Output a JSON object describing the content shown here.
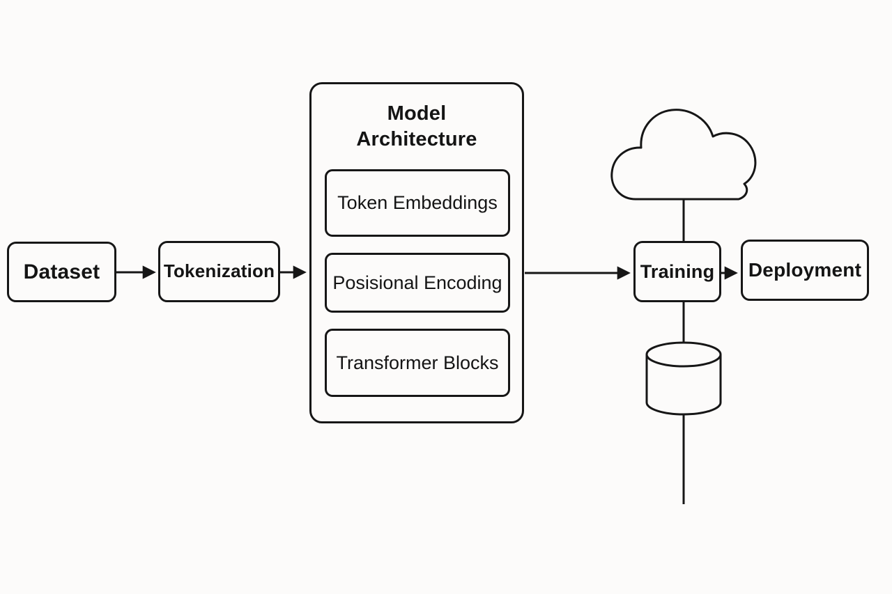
{
  "background": "#fcfbfa",
  "ink": "#161616",
  "nodes": {
    "dataset": {
      "label": "Dataset"
    },
    "tokenization": {
      "label": "Tokenization"
    },
    "model_architecture": {
      "title": "Model\nArchitecture",
      "children": {
        "token_embeddings": {
          "label": "Token\nEmbeddings"
        },
        "positional_encoding": {
          "label": "Posisional\nEncoding"
        },
        "transformer_blocks": {
          "label": "Transformer\nBlocks"
        }
      }
    },
    "training": {
      "label": "Training"
    },
    "deployment": {
      "label": "Deployment"
    }
  },
  "icons": {
    "cloud": "cloud",
    "database": "database-cylinder"
  },
  "edges": [
    {
      "from": "Dataset",
      "to": "Tokenization",
      "type": "arrow"
    },
    {
      "from": "Tokenization",
      "to": "Model Architecture",
      "type": "arrow"
    },
    {
      "from": "Model Architecture",
      "to": "Training",
      "type": "arrow"
    },
    {
      "from": "Training",
      "to": "Deployment",
      "type": "arrow"
    },
    {
      "from": "Cloud",
      "to": "Training",
      "type": "line"
    },
    {
      "from": "Training",
      "to": "Database",
      "type": "line"
    },
    {
      "from": "Database",
      "to": "offscreen-bottom",
      "type": "line"
    }
  ]
}
